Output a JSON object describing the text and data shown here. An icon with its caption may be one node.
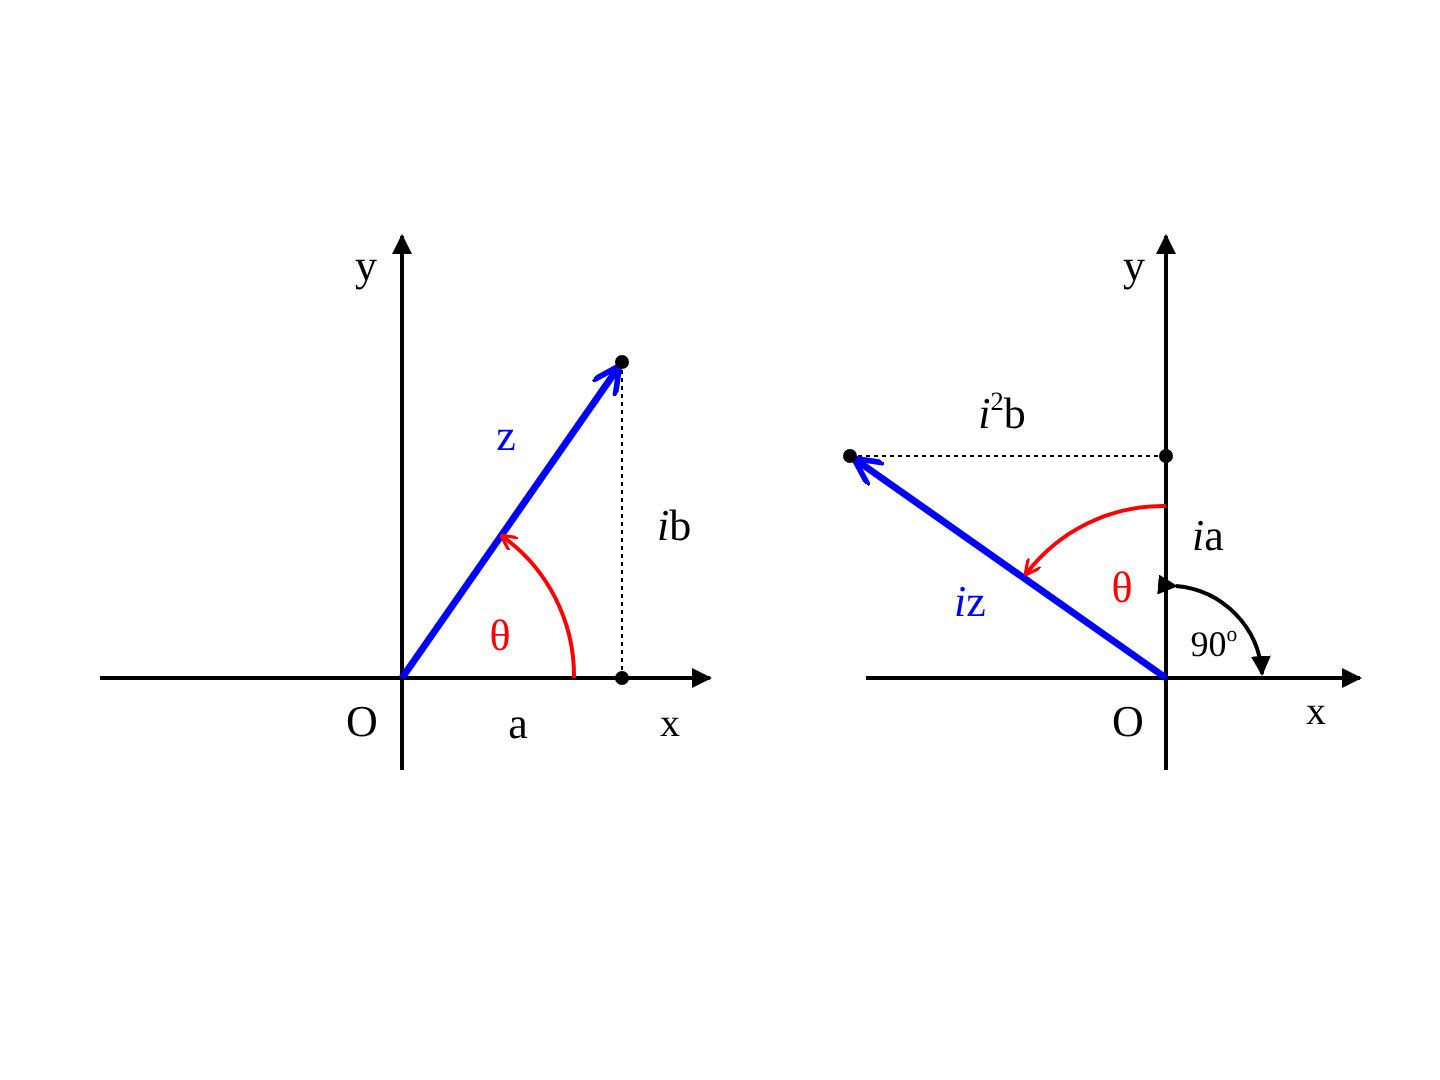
{
  "diagram": {
    "labels": [
      "y",
      "y",
      "*i*$^{2}$b",
      "z",
      "ib",
      "ia",
      "θ",
      "iz",
      "θ",
      "90$^{o}$",
      "O",
      "a",
      "x",
      "O",
      "x"
    ]
  }
}
